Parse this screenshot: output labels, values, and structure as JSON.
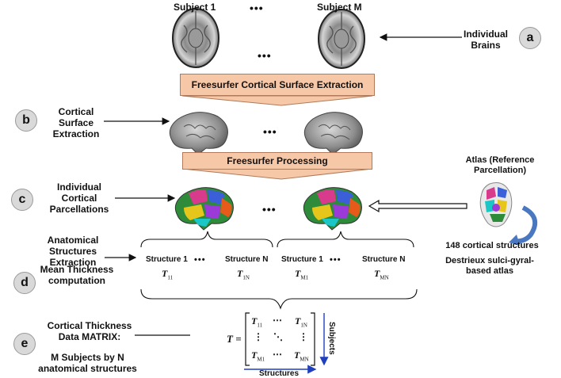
{
  "subjects": {
    "first": "Subject 1",
    "dots": "•••",
    "last": "Subject M",
    "mid_dots": "•••"
  },
  "stages": {
    "a": {
      "letter": "a",
      "label": "Individual Brains"
    },
    "b": {
      "letter": "b",
      "label": "Cortical Surface Extraction"
    },
    "c": {
      "letter": "c",
      "label": "Individual Cortical Parcellations"
    },
    "d": {
      "letter": "d",
      "label_top": "Anatomical Structures Extraction",
      "label_bottom": "Mean Thickness computation"
    },
    "e": {
      "letter": "e",
      "label_top": "Cortical Thickness Data MATRIX:",
      "label_bottom": "M Subjects by N anatomical structures"
    }
  },
  "process_boxes": {
    "extraction": "Freesurfer Cortical Surface Extraction",
    "processing": "Freesurfer Processing"
  },
  "atlas": {
    "title": "Atlas (Reference Parcellation)",
    "count": "148 cortical  structures",
    "desc": "Destrieux sulci-gyral-based atlas"
  },
  "structures": {
    "s1": "Structure 1",
    "dots": "•••",
    "sN": "Structure N",
    "t11": "T",
    "t11_sub": "11",
    "t1N": "T",
    "t1N_sub": "1N",
    "tM1": "T",
    "tM1_sub": "M1",
    "tMN": "T",
    "tMN_sub": "MN"
  },
  "matrix": {
    "lhs": "T =",
    "cells": [
      "T",
      "11",
      "⋯",
      "T",
      "1N",
      "⋮",
      "⋱",
      "⋮",
      "T",
      "M1",
      "⋯",
      "T",
      "MN"
    ],
    "subjects_axis": "Subjects",
    "structures_axis": "Structures"
  },
  "colors": {
    "process_box": "#f7c8a8",
    "circle": "#d9d9d9",
    "axis_arrow": "#1f3fbf",
    "atlas_arrow": "#4a78c0"
  }
}
